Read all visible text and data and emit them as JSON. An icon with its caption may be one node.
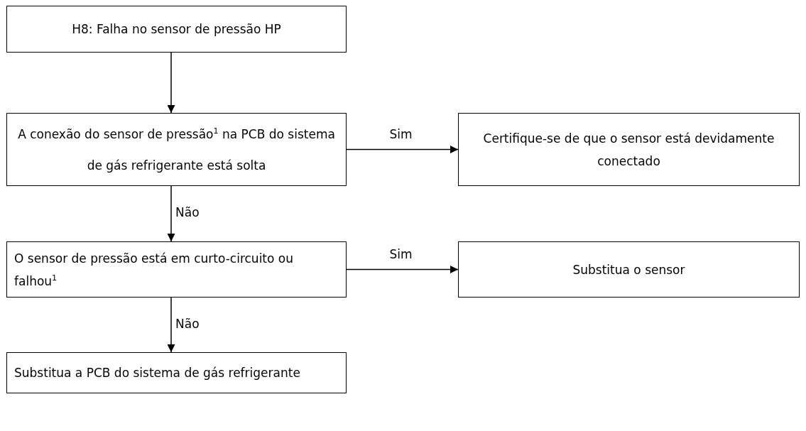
{
  "diagram": {
    "nodes": [
      {
        "text": [
          "H8: Falha no sensor de pressão HP"
        ]
      },
      {
        "text": [
          "A conexão do sensor de pressão$^{1}$ na PCB do sistema de gás refrigerante está solta"
        ]
      },
      {
        "text": [
          "Certifique-se de que o sensor está devidamente conectado"
        ]
      },
      {
        "text": [
          "O sensor de pressão está em curto-circuito ou falhou$^{1}$"
        ]
      },
      {
        "text": [
          "Substitua o sensor"
        ]
      },
      {
        "text": [
          "Substitua a PCB do sistema de gás refrigerante"
        ]
      }
    ],
    "edges": [
      {
        "from": 0,
        "to": 1,
        "arrow": "to"
      },
      {
        "from": 1,
        "to": 2,
        "arrow": "to",
        "label": "Sim"
      },
      {
        "from": 1,
        "to": 3,
        "arrow": "to",
        "label": "Não"
      },
      {
        "from": 3,
        "to": 4,
        "arrow": "to",
        "label": "Sim"
      },
      {
        "from": 3,
        "to": 5,
        "arrow": "to",
        "label": "Não"
      }
    ]
  }
}
